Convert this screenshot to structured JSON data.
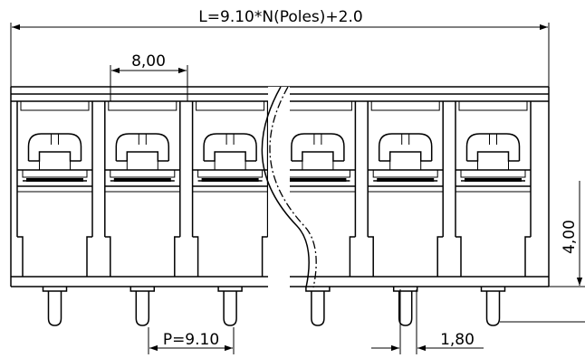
{
  "dimensions": {
    "overall_length": "L=9.10*N(Poles)+2.0",
    "module_width": "8,00",
    "pitch": "P=9.10",
    "pin_width": "1,80",
    "pin_length": "4,00"
  },
  "terminal_count": 6
}
